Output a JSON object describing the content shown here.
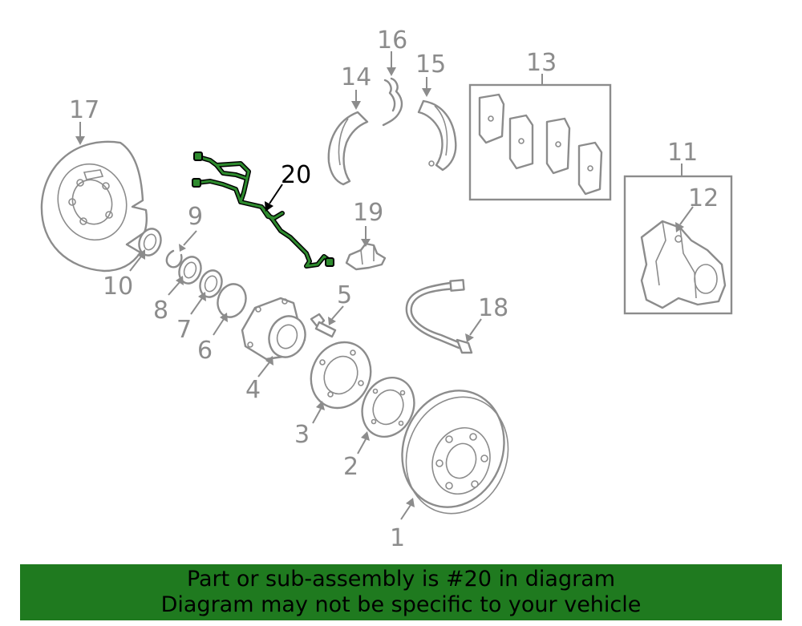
{
  "labels": {
    "l1": "1",
    "l2": "2",
    "l3": "3",
    "l4": "4",
    "l5": "5",
    "l6": "6",
    "l7": "7",
    "l8": "8",
    "l9": "9",
    "l10": "10",
    "l11": "11",
    "l12": "12",
    "l13": "13",
    "l14": "14",
    "l15": "15",
    "l16": "16",
    "l17": "17",
    "l18": "18",
    "l19": "19",
    "l20": "20"
  },
  "banner": {
    "line1": "Part or sub-assembly is #20 in diagram",
    "line2": "Diagram may not be specific to your vehicle"
  },
  "colors": {
    "banner_bg": "#1f7a1f",
    "highlight": "#2e8b2e",
    "part_stroke": "#8c8c8c"
  }
}
